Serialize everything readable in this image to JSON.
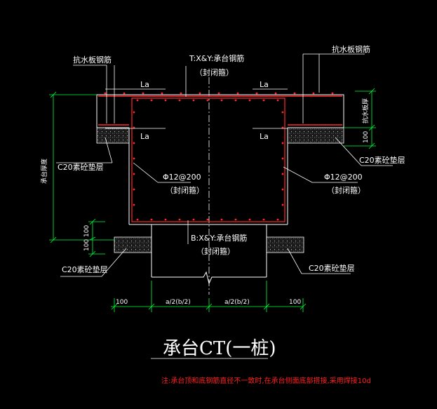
{
  "colors": {
    "background": "#000000",
    "outline": "#ffffff",
    "rebar": "#ff2a2a",
    "dimension": "#00ff3c",
    "leader": "#ffffff",
    "hatch": "#9a9a9a",
    "note": "#ff2020"
  },
  "labels": {
    "top_left_bar": "抗水板钢筋",
    "top_right_bar": "抗水板钢筋",
    "top_center_bar": "T:X&Y:承台钢筋",
    "top_center_sub": "（封闭箍）",
    "la_top_left": "La",
    "la_top_right": "La",
    "la_mid_left": "La",
    "la_mid_right": "La",
    "c20_left_upper": "C20素砼垫层",
    "c20_right_upper": "C20素砼垫层",
    "c20_left_lower": "C20素砼垫层",
    "c20_right_lower": "C20素砼垫层",
    "stirrup_left": "Φ12@200",
    "stirrup_left_sub": "（封闭箍）",
    "stirrup_right": "Φ12@200",
    "stirrup_right_sub": "（封闭箍）",
    "bottom_center_bar": "B:X&Y:承台钢筋",
    "bottom_center_sub": "（封闭箍）",
    "slab_thickness": "抗水板厚",
    "cap_thickness": "承台厚度",
    "dim_slab_100": "100",
    "dim_left_100a": "100",
    "dim_left_100b": "100"
  },
  "dimensions": {
    "bottom": [
      "100",
      "a/2(b/2)",
      "a/2(b/2)",
      "100"
    ]
  },
  "title": "承台CT(一桩)",
  "note": "注:承台顶和底钢筋直径不一致时,在承台侧面底部搭接,采用焊接10d"
}
